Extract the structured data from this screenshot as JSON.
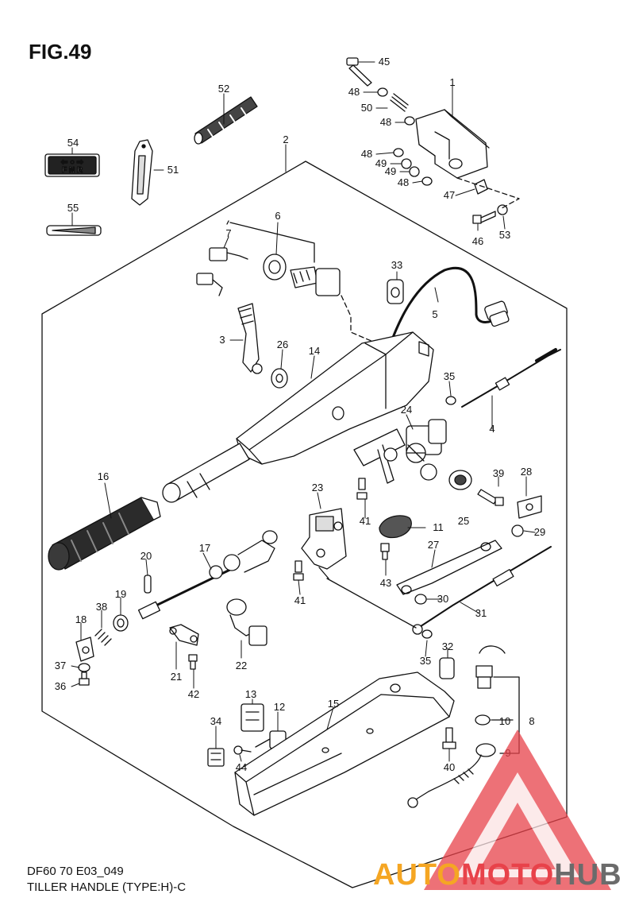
{
  "figure": {
    "title": "FIG.49",
    "code": "DF60 70 E03_049",
    "caption": "TILLER HANDLE (TYPE:H)-C"
  },
  "watermark": {
    "part1": "AUTO",
    "part2": "MOTO",
    "part3": "HUB",
    "color1": "#f5a623",
    "color2": "#e8424a",
    "color3": "#6b6b6b"
  },
  "shift_label": {
    "letters": "F N R"
  },
  "callouts": [
    {
      "num": "1"
    },
    {
      "num": "2"
    },
    {
      "num": "3"
    },
    {
      "num": "4"
    },
    {
      "num": "5"
    },
    {
      "num": "6"
    },
    {
      "num": "7"
    },
    {
      "num": "8"
    },
    {
      "num": "9"
    },
    {
      "num": "10"
    },
    {
      "num": "11"
    },
    {
      "num": "12"
    },
    {
      "num": "13"
    },
    {
      "num": "14"
    },
    {
      "num": "15"
    },
    {
      "num": "16"
    },
    {
      "num": "17"
    },
    {
      "num": "18"
    },
    {
      "num": "19"
    },
    {
      "num": "20"
    },
    {
      "num": "21"
    },
    {
      "num": "22"
    },
    {
      "num": "23"
    },
    {
      "num": "24"
    },
    {
      "num": "25"
    },
    {
      "num": "26"
    },
    {
      "num": "27"
    },
    {
      "num": "28"
    },
    {
      "num": "29"
    },
    {
      "num": "30"
    },
    {
      "num": "31"
    },
    {
      "num": "32"
    },
    {
      "num": "33"
    },
    {
      "num": "34"
    },
    {
      "num": "35"
    },
    {
      "num": "35"
    },
    {
      "num": "36"
    },
    {
      "num": "37"
    },
    {
      "num": "38"
    },
    {
      "num": "39"
    },
    {
      "num": "40"
    },
    {
      "num": "41"
    },
    {
      "num": "41"
    },
    {
      "num": "42"
    },
    {
      "num": "43"
    },
    {
      "num": "44"
    },
    {
      "num": "45"
    },
    {
      "num": "46"
    },
    {
      "num": "47"
    },
    {
      "num": "48"
    },
    {
      "num": "48"
    },
    {
      "num": "48"
    },
    {
      "num": "48"
    },
    {
      "num": "49"
    },
    {
      "num": "49"
    },
    {
      "num": "50"
    },
    {
      "num": "51"
    },
    {
      "num": "52"
    },
    {
      "num": "53"
    },
    {
      "num": "54"
    },
    {
      "num": "55"
    }
  ]
}
